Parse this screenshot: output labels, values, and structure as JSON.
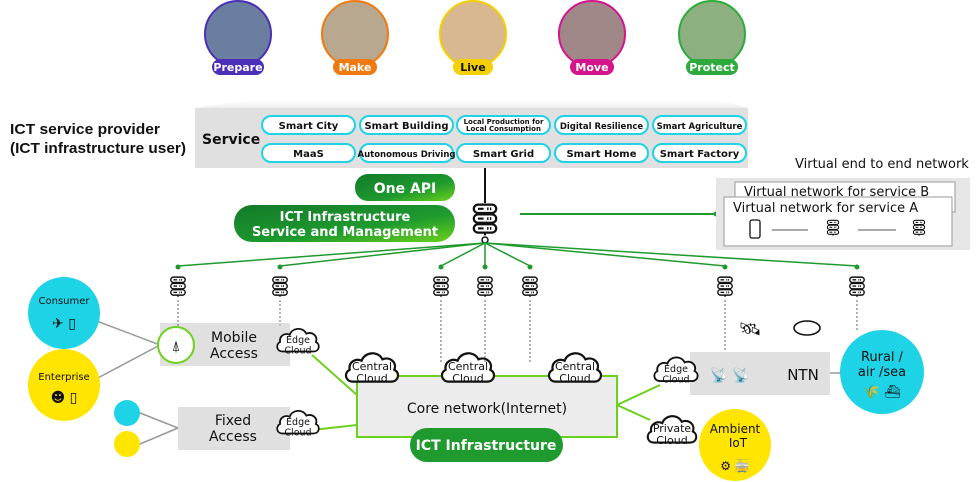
{
  "themes": [
    {
      "label": "Prepare",
      "color": "#4b2fb8"
    },
    {
      "label": "Make",
      "color": "#f07a10"
    },
    {
      "label": "Live",
      "color": "#f5d000"
    },
    {
      "label": "Move",
      "color": "#d4148c"
    },
    {
      "label": "Protect",
      "color": "#2eaa3c"
    }
  ],
  "provider": {
    "line1": "ICT service provider",
    "line2": "(ICT infrastructure user)"
  },
  "service": {
    "label": "Service",
    "row1": [
      "Smart City",
      "Smart Building",
      "Local Production for",
      "Digital Resilience",
      "Smart Agriculture"
    ],
    "local_line2": "Local Consumption",
    "row2": [
      "MaaS",
      "Autonomous Driving",
      "Smart Grid",
      "Smart Home",
      "Smart Factory"
    ]
  },
  "one_api": "One API",
  "infra_mgmt": {
    "line1": "ICT Infrastructure",
    "line2": "Service and Management"
  },
  "virtual": {
    "title": "Virtual end to end network",
    "b": "Virtual network for service B",
    "a": "Virtual network for service A"
  },
  "consumer": "Consumer",
  "enterprise": "Enterprise",
  "mobile": {
    "line1": "Mobile",
    "line2": "Access"
  },
  "fixed": {
    "line1": "Fixed",
    "line2": "Access"
  },
  "edge": {
    "line1": "Edge",
    "line2": "Cloud"
  },
  "central": {
    "line1": "Central",
    "line2": "Cloud"
  },
  "private": {
    "line1": "Private",
    "line2": "Cloud"
  },
  "core": "Core network(Internet)",
  "ict_infra": "ICT Infrastructure",
  "ntn": "NTN",
  "rural": {
    "line1": "Rural /",
    "line2": "air /sea"
  },
  "ambient": {
    "line1": "Ambient",
    "line2": "IoT"
  },
  "colors": {
    "green": "#1e9a2e",
    "cyan": "#1fd3e6",
    "yellow": "#ffe500",
    "gray": "#e0e0e0"
  }
}
